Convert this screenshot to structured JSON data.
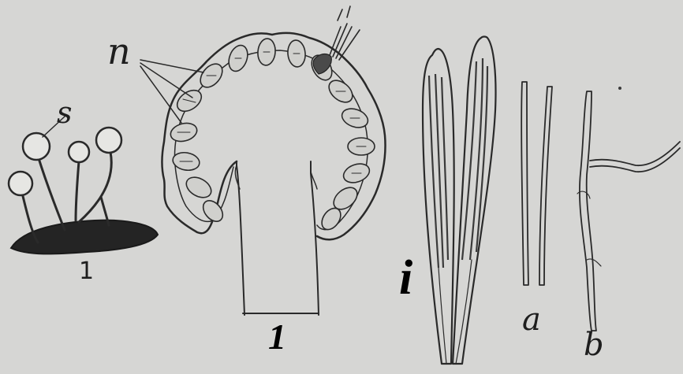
{
  "figure": {
    "background_color": "#d6d6d4",
    "ink_color": "#2a2a2a",
    "labels": {
      "s": "s",
      "n": "n",
      "one_small": "1",
      "one_bold": "1",
      "i": "i",
      "a": "a",
      "b": "b"
    }
  }
}
